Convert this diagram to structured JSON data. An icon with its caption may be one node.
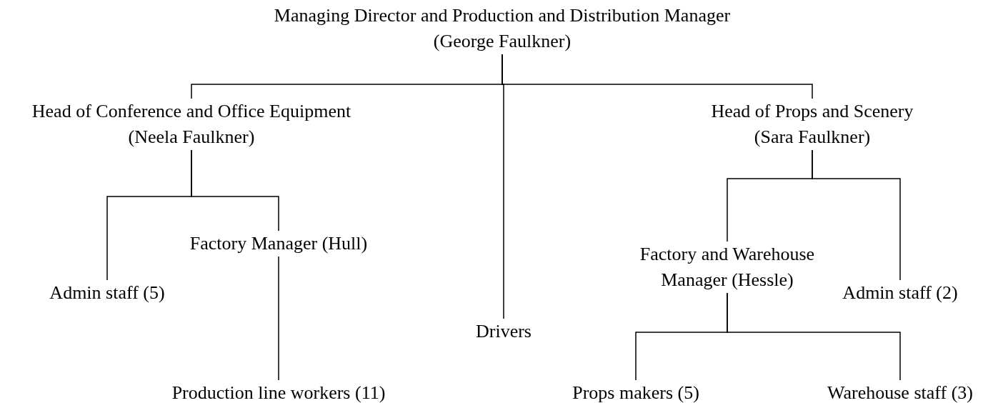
{
  "diagram": {
    "nodes": [
      {
        "text": [
          "Managing Director and Production and Distribution Manager",
          "(George Faulkner)"
        ]
      },
      {
        "text": [
          "Head of Conference and Office Equipment",
          "(Neela Faulkner)"
        ]
      },
      {
        "text": [
          "Drivers"
        ]
      },
      {
        "text": [
          "Head of Props and Scenery",
          "(Sara Faulkner)"
        ]
      },
      {
        "text": [
          "Admin staff (5)"
        ]
      },
      {
        "text": [
          "Factory Manager (Hull)"
        ]
      },
      {
        "text": [
          "Production line workers (11)"
        ]
      },
      {
        "text": [
          "Factory and Warehouse Manager (Hessle)"
        ]
      },
      {
        "text": [
          "Admin staff (2)"
        ]
      },
      {
        "text": [
          "Props makers (5)"
        ]
      },
      {
        "text": [
          "Warehouse staff (3)"
        ]
      }
    ],
    "edges": [
      {
        "from": 0,
        "to": 1,
        "arrow": "none"
      },
      {
        "from": 0,
        "to": 2,
        "arrow": "none"
      },
      {
        "from": 0,
        "to": 3,
        "arrow": "none"
      },
      {
        "from": 1,
        "to": 4,
        "arrow": "none"
      },
      {
        "from": 1,
        "to": 5,
        "arrow": "none"
      },
      {
        "from": 5,
        "to": 6,
        "arrow": "none"
      },
      {
        "from": 3,
        "to": 7,
        "arrow": "none"
      },
      {
        "from": 3,
        "to": 8,
        "arrow": "none"
      },
      {
        "from": 7,
        "to": 9,
        "arrow": "none"
      },
      {
        "from": 7,
        "to": 10,
        "arrow": "none"
      }
    ]
  }
}
